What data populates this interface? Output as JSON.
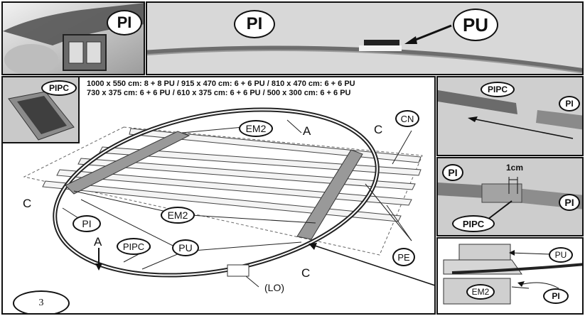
{
  "panels": {
    "top_left": {
      "label": "PI"
    },
    "top_right": {
      "label_a": "PI",
      "label_b": "PU"
    },
    "pipc_inset": {
      "label": "PIPC"
    },
    "main": {
      "spec_line1": "1000 x 550 cm: 8 + 8 PU / 915 x 470 cm: 6 + 6 PU / 810 x 470 cm: 6 + 6 PU",
      "spec_line2": "730 x 375 cm: 6 + 6 PU / 610 x 375 cm: 6 + 6 PU / 500 x 300 cm: 6 + 6 PU",
      "labels": {
        "em2_top": "EM2",
        "em2_mid": "EM2",
        "a_top": "A",
        "a_left": "A",
        "c_top": "C",
        "c_left": "C",
        "c_bottom": "C",
        "cn": "CN",
        "pi": "PI",
        "pipc": "PIPC",
        "pu": "PU",
        "pe": "PE",
        "lo": "(LO)"
      },
      "page_number": "3"
    },
    "right_1": {
      "label_pipc": "PIPC",
      "label_pi": "PI"
    },
    "right_2": {
      "label_pi_left": "PI",
      "label_pi_right": "PI",
      "label_pipc": "PIPC",
      "measure": "1cm"
    },
    "right_3": {
      "label_pu": "PU",
      "label_em2": "EM2",
      "label_pi": "PI"
    }
  }
}
